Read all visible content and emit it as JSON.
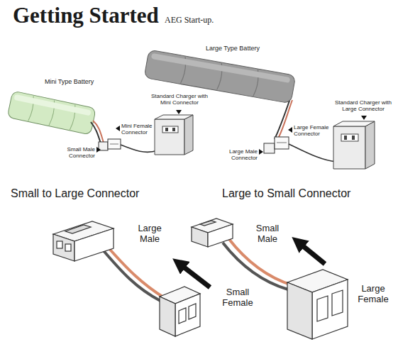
{
  "diagram": {
    "title": "Getting Started",
    "labels": [
      "AEG Start-up.",
      "Large Type Battery",
      "Mini Type Battery",
      "Standard Charger with Mini Connector",
      "Mini Female Connector",
      "Small Male Connector",
      "Standard Charger with Large Connector",
      "Large Female Connector",
      "Large Male Connector",
      "Small to Large Connector",
      "Large to Small Connector",
      "Large Male",
      "Small Male",
      "Small Female",
      "Large Female"
    ]
  }
}
